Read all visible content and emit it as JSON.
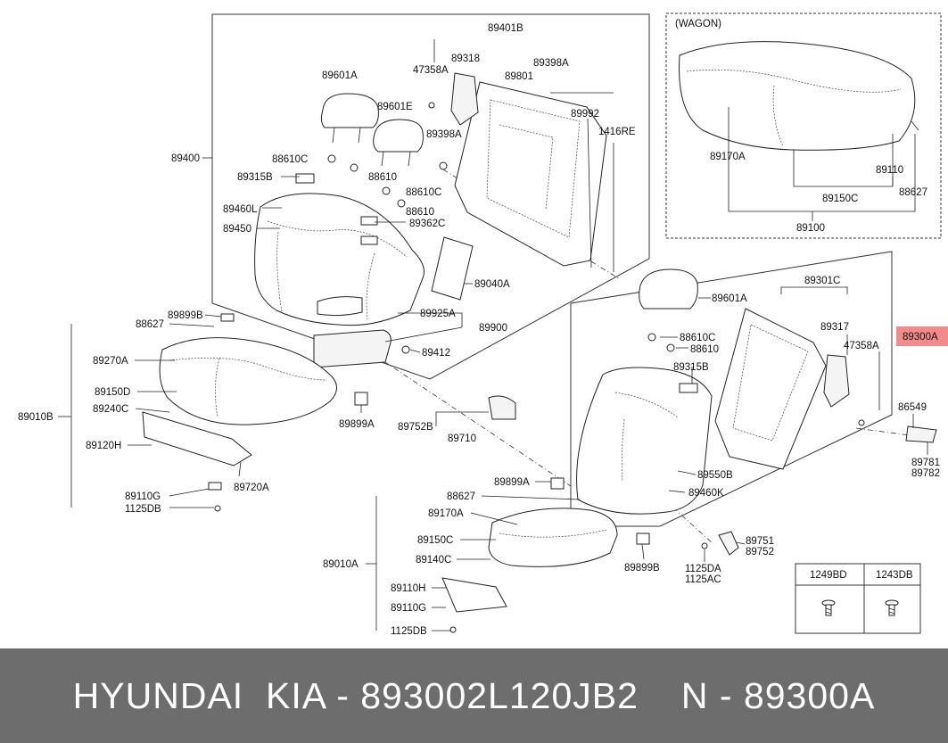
{
  "wagon_label": "(WAGON)",
  "footer": {
    "brand": "HYUNDAI  KIA - 893002L120JB2",
    "ref": "N - 89300A"
  },
  "table": {
    "col1": "1249BD",
    "col2": "1243DB"
  },
  "labels": {
    "l89401B": "89401B",
    "l89318": "89318",
    "l47358A_t": "47358A",
    "l89398A_t": "89398A",
    "l89801": "89801",
    "l89601A_t": "89601A",
    "l89601E": "89601E",
    "l89992": "89992",
    "l1416RE": "1416RE",
    "l89398A_m": "89398A",
    "l89400": "89400",
    "l88610C_t": "88610C",
    "l89315B_t": "89315B",
    "l88610_t": "88610",
    "l88610C_t2": "88610C",
    "l89460L": "89460L",
    "l88610_t2": "88610",
    "l89450": "89450",
    "l89362C": "89362C",
    "l89040A": "89040A",
    "l89925A": "89925A",
    "l89900": "89900",
    "l89412": "89412",
    "l89899B_l": "89899B",
    "l88627_l": "88627",
    "l89270A": "89270A",
    "l89150D": "89150D",
    "l89240C": "89240C",
    "l89010B": "89010B",
    "l89120H": "89120H",
    "l89720A": "89720A",
    "l89110G_l": "89110G",
    "l1125DB_l": "1125DB",
    "l89899A_c": "89899A",
    "l89752B": "89752B",
    "l89710": "89710",
    "l89899A_b": "89899A",
    "l88627_b": "88627",
    "l89170A_b": "89170A",
    "l89150C_b": "89150C",
    "l89010A": "89010A",
    "l89140C": "89140C",
    "l89110H": "89110H",
    "l89110G_b": "89110G",
    "l1125DB_b": "1125DB",
    "l89899B_b": "89899B",
    "l1125DA": "1125DA",
    "l1125AC": "1125AC",
    "l89751": "89751",
    "l89752_b": "89752",
    "l89601A_r": "89601A",
    "l89301C": "89301C",
    "l89317": "89317",
    "l47358A_r": "47358A",
    "l89300A": "89300A",
    "l88610C_r": "88610C",
    "l88610_r": "88610",
    "l89315B_r": "89315B",
    "l86549": "86549",
    "l89781": "89781",
    "l89782": "89782",
    "l89550B": "89550B",
    "l89460K": "89460K",
    "l89170A_w": "89170A",
    "l89110_w": "89110",
    "l89150C_w": "89150C",
    "l88627_w": "88627",
    "l89100": "89100"
  }
}
